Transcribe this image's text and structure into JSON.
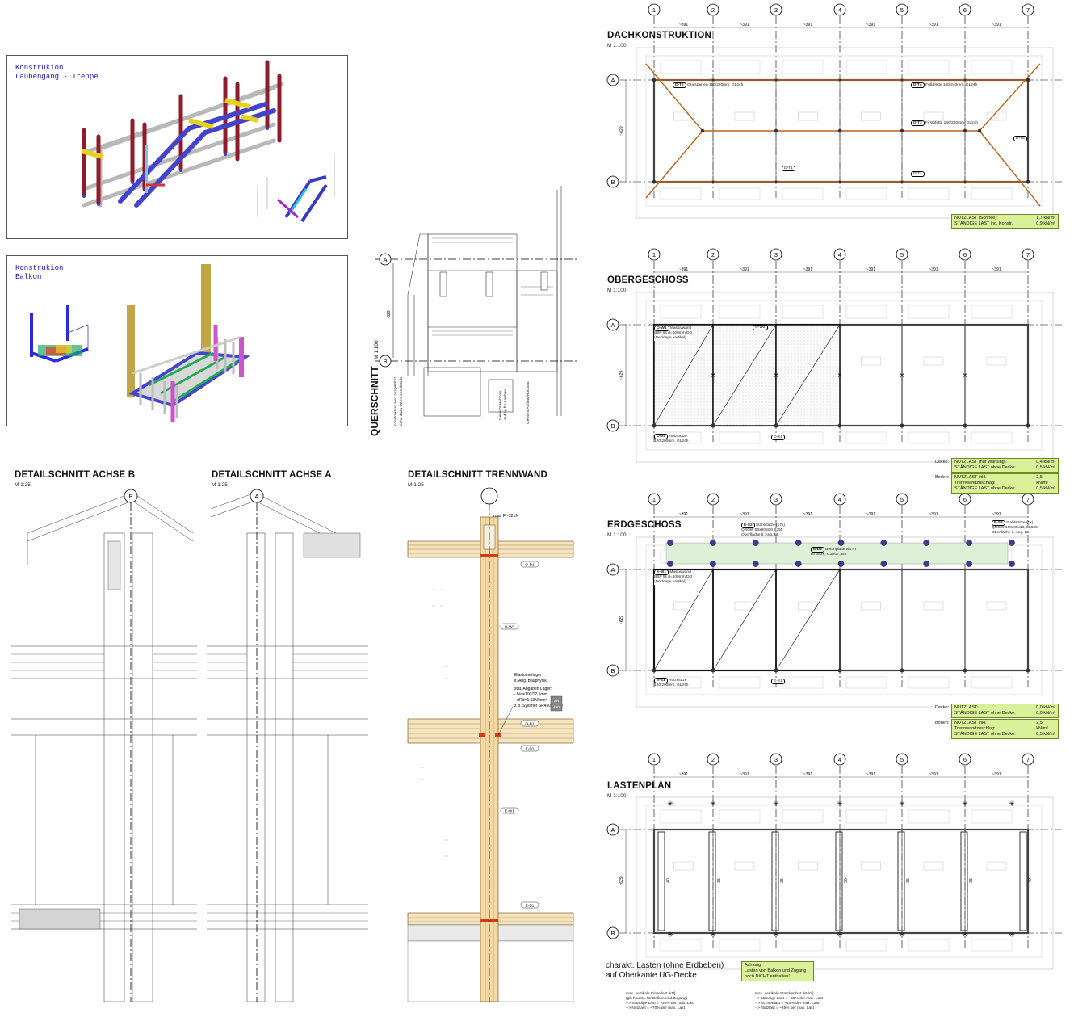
{
  "panels3d": {
    "laubengang": {
      "line1": "Konstrukion",
      "line2": "Laubengang - Treppe"
    },
    "balkon": {
      "line1": "Konstrukion",
      "line2": "Balkon"
    }
  },
  "querschnitt": {
    "title": "QUERSCHNITT",
    "scale": "M 1:100",
    "axis_a": "A",
    "axis_b": "B",
    "dim": "~629",
    "note1": "Konstruktion wird ausgeführt",
    "note2": "siehe dazu Übersichtsdetails",
    "note3": "Gewicht Holzbau",
    "note4": "Auflag für Lauben",
    "note5": "Gewicht Aufbau/Holzbau"
  },
  "details": {
    "achse_b": {
      "title": "DETAILSCHNITT ACHSE B",
      "scale": "M 1:25",
      "axis": "B"
    },
    "achse_a": {
      "title": "DETAILSCHNITT ACHSE A",
      "scale": "M 1:25",
      "axis": "A"
    },
    "trennwand": {
      "title": "DETAILSCHNITT TRENNWAND",
      "scale": "M 1:25",
      "load": "max F~32kN",
      "o_d1": "O-D1",
      "o_w1": "O-W1",
      "o_b1": "O-B1",
      "e_d1": "E-D1",
      "e_w1": "E-W1",
      "e_b1": "E-B1",
      "lager_title": "Elastomerlager",
      "lager_sub": "lt. Ang. Bauphysik",
      "lager_l1": "stat. Angaben Lager:",
      "lager_l2": "- b/d=100/12,5mm",
      "lager_l3": "- σRd=1.03N/mm²",
      "lager_l4": "z.B. Sylomer SR450 (grau)",
      "tag1": "SR",
      "tag2": "450"
    }
  },
  "plans": {
    "axis_numbers": [
      "1",
      "2",
      "3",
      "4",
      "5",
      "6",
      "7"
    ],
    "bay_dim": "~391",
    "depth_dim": "~629",
    "axis_a": "A",
    "axis_b": "B",
    "dach": {
      "title": "DACHKONSTRUKTION",
      "scale": "M 1:100",
      "t2": "D-T2",
      "t2_text": "Gratsparren 160/220mm, GL24h",
      "t4": "D-T4",
      "t4_text": "Fußpfette 160/240mm, GL24h",
      "t3": "D-T3",
      "t3_text": "Firstpfette 160/240mm, GL24h",
      "t1": "D-T1",
      "t5": "D-T5",
      "load1_label": "NUTZLAST (Schnee):",
      "load1_value": "1,7 kN/m²",
      "load2_label": "STÄNDIGE LAST inc. Konstr.:",
      "load2_value": "0,9 kN/m²"
    },
    "og": {
      "title": "OBERGESCHOSS",
      "scale": "M 1:100",
      "w1": "O-W1",
      "w1_text": "Massivwand",
      "w1_sub": "BSP 5s d=100mm DQ",
      "w1_sub2": "(Decklage vertikal)",
      "w2": "O-W2",
      "s1": "O-S1",
      "s1_text": "Holzstütze",
      "s1_sub": "120/200mm, GL24h",
      "decke": "Decke:",
      "boden": "Boden:",
      "load1_label": "NUTZLAST (nur Wartung):",
      "load1_value": "0,4 kN/m²",
      "load2_label": "STÄNDIGE LAST ohne Decke:",
      "load2_value": "0,5 kN/m²",
      "load3_label": "NUTZLAST inkl. Trennwandzuschlag:",
      "load3_value": "2,5 kN/m²",
      "load4_label": "STÄNDIGE LAST ohne Decke:",
      "load4_value": "0,5 kN/m²"
    },
    "eg": {
      "title": "ERDGESCHOSS",
      "scale": "M 1:100",
      "s2": "E-S2",
      "s2_text": "Stahlstütze (17x)",
      "s2_sub": "QROW 80x80x8,0 S355",
      "s2_sub2": "Oberfläche lt. Ang. BL",
      "s3": "E-S3",
      "s3_text": "Stahlstütze (1x)",
      "s3_sub": "QROW 160x80x10,0 S355",
      "s3_sub2": "Oberfläche lt. Ang. BL",
      "d2": "E-D2",
      "d2_text": "Betonplatte als FT",
      "d2_sub": "h=15cm, C30/37, B5",
      "w1": "E-W1",
      "w1_text": "Massivwand",
      "w1_sub": "BSP 5s d=100mm DQ",
      "w1_sub2": "(Decklage vertikal)",
      "s1": "E-S1",
      "s1_text": "Holzstütze",
      "s1_sub": "120/200mm, GL24h",
      "decke": "Decke:",
      "boden": "Boden:",
      "load1_label": "NUTZLAST:",
      "load1_value": "0,0 kN/m²",
      "load2_label": "STÄNDIGE LAST ohne Decke:",
      "load2_value": "0,0 kN/m²",
      "load3_label": "NUTZLAST inkl. Trennwandzuschlag:",
      "load3_value": "2,5 kN/m²",
      "load4_label": "STÄNDIGE LAST ohne Decke:",
      "load4_value": "0,5 kN/m²"
    },
    "lasten": {
      "title": "LASTENPLAN",
      "scale": "M 1:100",
      "caption1": "charakt. Lasten (ohne Erdbeben)",
      "caption2": "auf Oberkante UG-Decke",
      "achtung1": "Achtung:",
      "achtung2": "Lasten von Balkon und Zugang",
      "achtung3": "noch NICHT enthalten!",
      "leg1": "max. vertikale Einzellast [kN]",
      "leg2": "(gilt haupts. für Balkon und Zugang)",
      "leg3": "--> Ständige Last = ~30% der max. Last",
      "leg4": "--> Nutzlast = ~70% der max. Last",
      "leg5": "max. vertikale Streckenlast [kN/m]",
      "leg6": "--> ständige Last = ~50% der max. Last",
      "leg7": "--> Schneelast = ~15% der max. Last",
      "leg8": "--> Nutzlast = ~35% der max. Last",
      "values": [
        "40",
        "35",
        "35",
        "35",
        "35",
        "35",
        "40"
      ]
    }
  }
}
